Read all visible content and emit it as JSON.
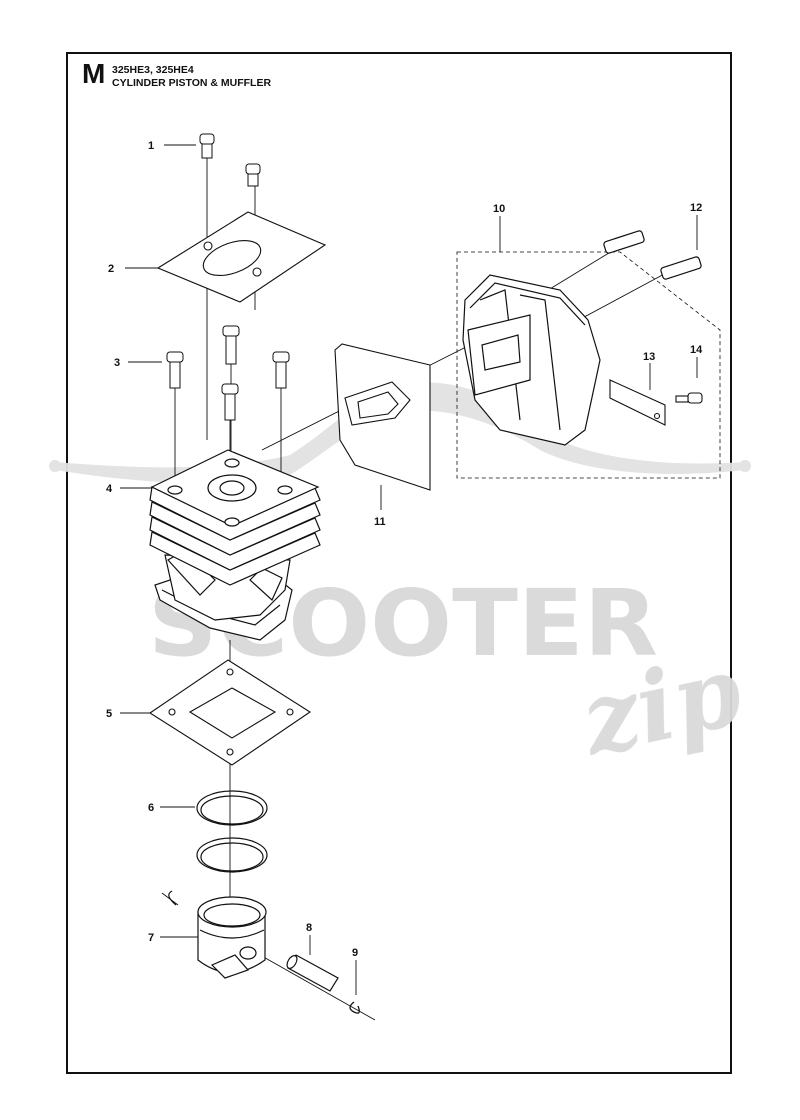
{
  "header": {
    "section_letter": "M",
    "models": "325HE3, 325HE4",
    "title": "CYLINDER PISTON & MUFFLER"
  },
  "callouts": [
    "1",
    "2",
    "3",
    "4",
    "5",
    "6",
    "7",
    "8",
    "9",
    "10",
    "11",
    "12",
    "13",
    "14"
  ],
  "watermark": {
    "brand": "SCOOTER",
    "script": "zip",
    "color": "#d9d9d9"
  },
  "colors": {
    "line": "#111111",
    "frame": "#111111"
  }
}
